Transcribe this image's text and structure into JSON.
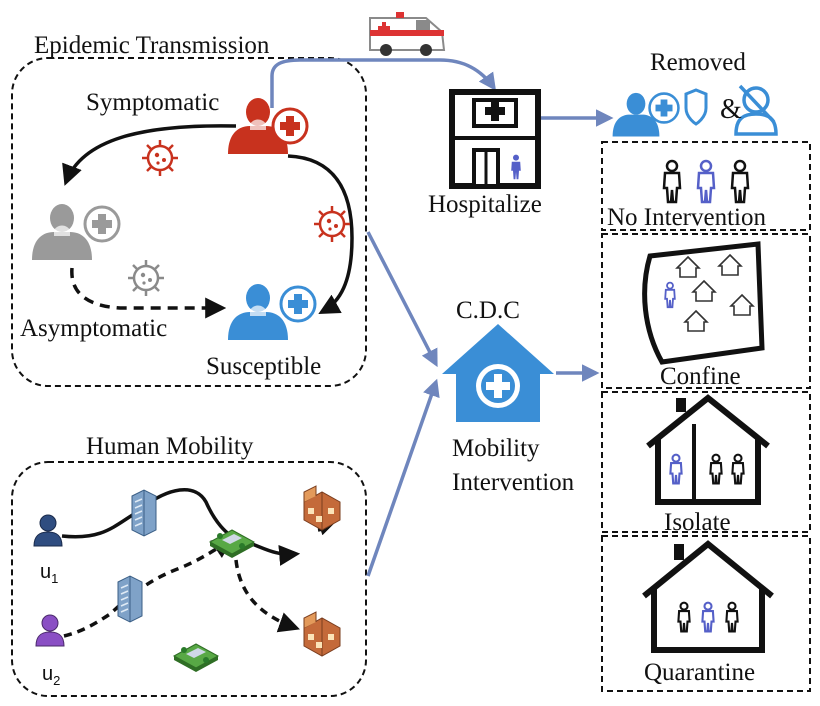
{
  "labels": {
    "epidemic_transmission": "Epidemic Transmission",
    "symptomatic": "Symptomatic",
    "asymptomatic": "Asymptomatic",
    "susceptible": "Susceptible",
    "hospitalize": "Hospitalize",
    "removed": "Removed",
    "removed_amp": "&",
    "cdc": "C.D.C",
    "mobility": "Mobility",
    "intervention": "Intervention",
    "human_mobility": "Human Mobility",
    "no_intervention": "No Intervention",
    "confine": "Confine",
    "isolate": "Isolate",
    "quarantine": "Quarantine",
    "user1": "u",
    "user1_sub": "1",
    "user2": "u",
    "user2_sub": "2"
  },
  "colors": {
    "red": "#c8321e",
    "blue": "#3a8ed6",
    "gray": "#9a9a9a",
    "arrow_blue": "#6f86bd",
    "person_blue": "#5560c8",
    "black": "#111111"
  },
  "icons": {
    "ambulance": "ambulance-icon",
    "hospital": "hospital-icon",
    "cdc": "cdc-house-icon",
    "virus": "virus-icon"
  }
}
